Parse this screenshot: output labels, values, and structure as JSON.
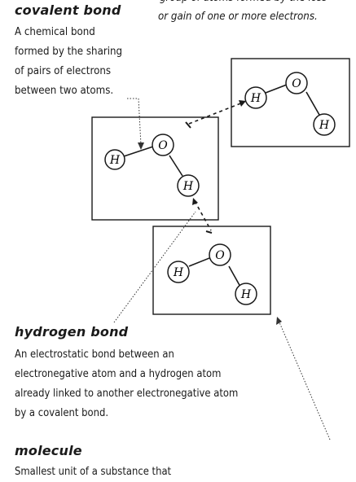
{
  "top_right": {
    "line1": "group of atoms formed by the loss",
    "line2": "or gain of one or more electrons."
  },
  "covalent": {
    "term": "covalent bond",
    "lines": [
      "A chemical bond",
      "formed by the sharing",
      "of pairs of electrons",
      "between two atoms."
    ]
  },
  "hydrogen": {
    "term": "hydrogen bond",
    "lines": [
      "An electrostatic bond between an",
      "electronegative atom and a hydrogen atom",
      "already linked to another electronegative atom",
      "by a covalent bond."
    ]
  },
  "molecule": {
    "term": "molecule",
    "line1": "Smallest unit of a substance that"
  },
  "atoms": {
    "hydrogen": "H",
    "oxygen": "O"
  }
}
